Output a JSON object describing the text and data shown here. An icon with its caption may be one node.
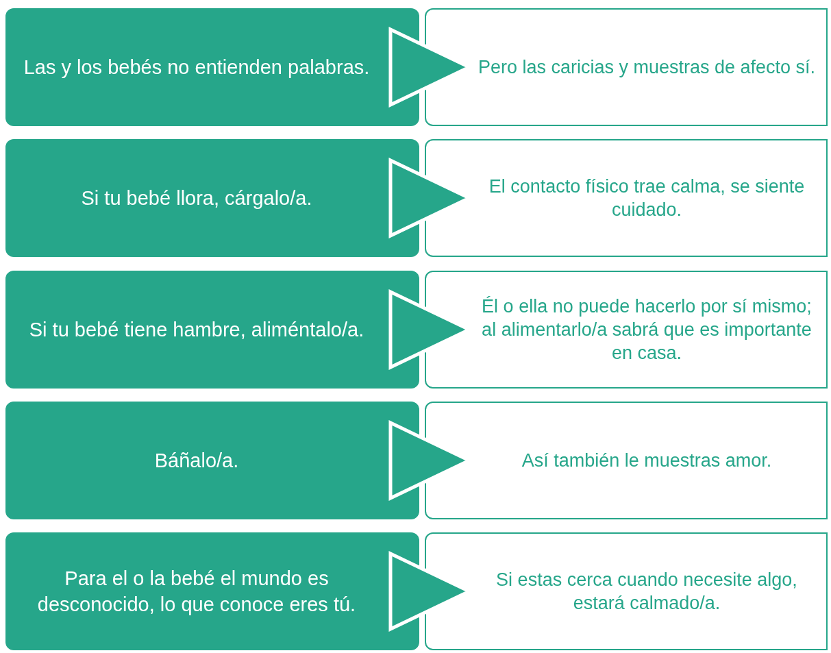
{
  "diagram": {
    "nodes": [
      {
        "text": [
          "Las y los bebés no entienden palabras."
        ]
      },
      {
        "text": [
          "Pero las caricias y muestras de afecto sí."
        ]
      },
      {
        "text": [
          "Si tu bebé llora, cárgalo/a."
        ]
      },
      {
        "text": [
          "El contacto físico trae calma, se siente cuidado."
        ]
      },
      {
        "text": [
          "Si tu bebé tiene hambre, aliméntalo/a."
        ]
      },
      {
        "text": [
          "Él o ella no puede hacerlo por sí mismo; al alimentarlo/a sabrá que es importante en casa."
        ]
      },
      {
        "text": [
          "Báñalo/a."
        ]
      },
      {
        "text": [
          "Así también le muestras amor."
        ]
      },
      {
        "text": [
          "Para el o la bebé el mundo es desconocido, lo que conoce eres tú."
        ]
      },
      {
        "text": [
          "Si estas cerca cuando necesite algo, estará calmado/a."
        ]
      }
    ],
    "edges": [
      {
        "from": 0,
        "to": 1,
        "arrow": "to"
      },
      {
        "from": 2,
        "to": 3,
        "arrow": "to"
      },
      {
        "from": 4,
        "to": 5,
        "arrow": "to"
      },
      {
        "from": 6,
        "to": 7,
        "arrow": "to"
      },
      {
        "from": 8,
        "to": 9,
        "arrow": "to"
      }
    ]
  }
}
